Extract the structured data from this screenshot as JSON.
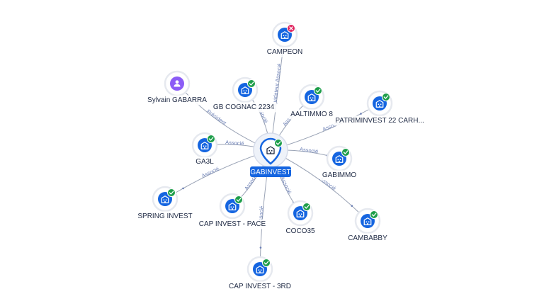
{
  "colors": {
    "edge": "#9aa3b5",
    "node_fill": "#1565e0",
    "halo": "#e6e9ef",
    "ok": "#1e9e4a",
    "ko": "#e0245e",
    "person": "#8b5cf6",
    "center_label_bg": "#1565e0",
    "label_text": "#1f2a44",
    "edge_label": "#6b7fb5"
  },
  "center": {
    "label": "GABINVEST",
    "icon": "building-icon",
    "status": "check-badge-icon"
  },
  "nodes": [
    {
      "id": "campeon",
      "label": "CAMPEON",
      "icon": "building-icon",
      "status": "ko"
    },
    {
      "id": "gbcognac",
      "label": "GB COGNAC 2234",
      "icon": "building-icon",
      "status": "ok"
    },
    {
      "id": "aaltimmo",
      "label": "AALTIMMO 8",
      "icon": "building-icon",
      "status": "ok"
    },
    {
      "id": "patriminvest",
      "label": "PATRIMINVEST 22 CARH...",
      "icon": "building-icon",
      "status": "ok"
    },
    {
      "id": "sylvain",
      "label": "Sylvain GABARRA",
      "icon": "person-icon",
      "status": "none"
    },
    {
      "id": "ga3l",
      "label": "GA3L",
      "icon": "building-icon",
      "status": "ok"
    },
    {
      "id": "gabimmo",
      "label": "GABIMMO",
      "icon": "building-icon",
      "status": "ok"
    },
    {
      "id": "spring",
      "label": "SPRING INVEST",
      "icon": "building-icon",
      "status": "ok"
    },
    {
      "id": "cappace",
      "label": "CAP INVEST - PACE",
      "icon": "building-icon",
      "status": "ok"
    },
    {
      "id": "coco35",
      "label": "COCO35",
      "icon": "building-icon",
      "status": "ok"
    },
    {
      "id": "cambabby",
      "label": "CAMBABBY",
      "icon": "building-icon",
      "status": "ok"
    },
    {
      "id": "cap3rd",
      "label": "CAP INVEST - 3RD",
      "icon": "building-icon",
      "status": "ok"
    }
  ],
  "edge_labels": {
    "campeon": "Liquidateur Associé",
    "gbcognac": "Associé",
    "aaltimmo": "Associé",
    "patriminvest": "Associé",
    "sylvain": "Président",
    "ga3l": "Associé",
    "gabimmo": "Associé",
    "spring": "Associé",
    "cappace": "Associé",
    "coco35": "Associé",
    "cambabby": "Associé",
    "cap3rd": "Associé"
  }
}
